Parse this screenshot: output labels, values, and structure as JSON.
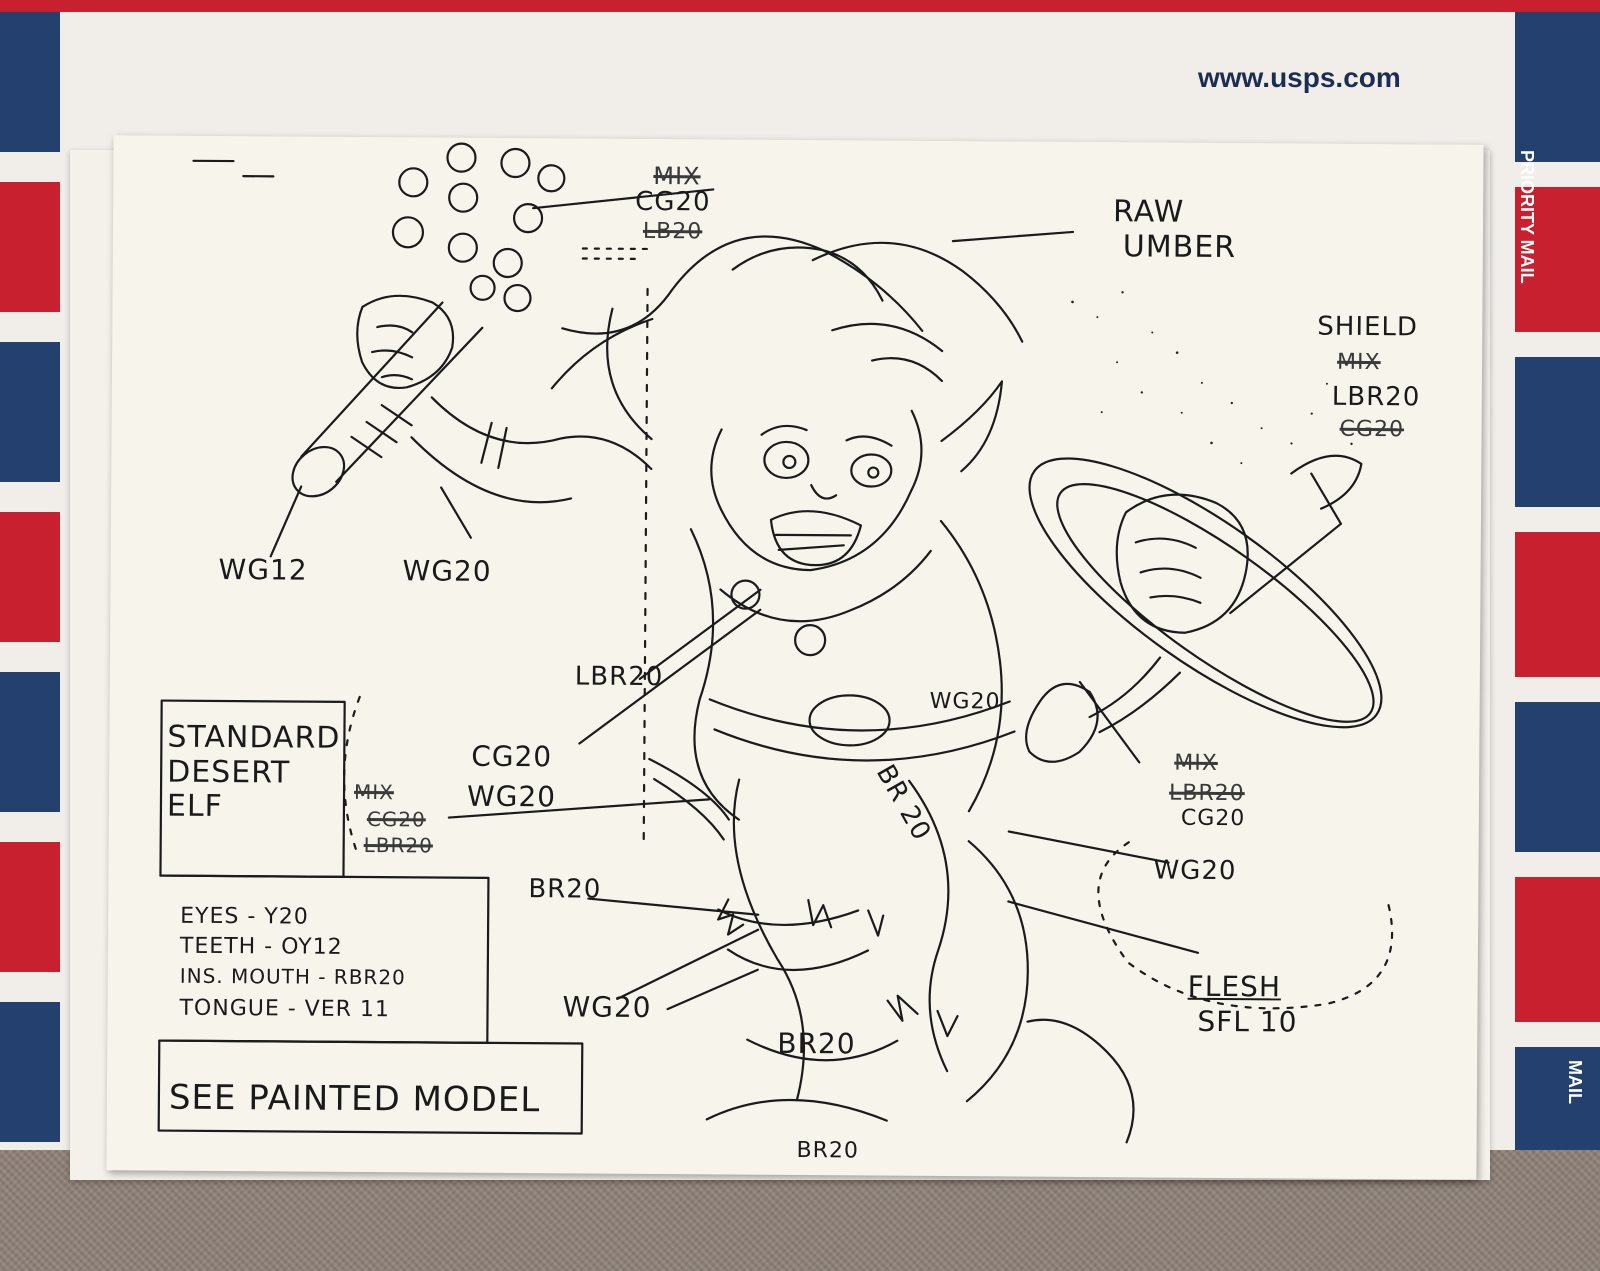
{
  "envelope": {
    "url": "www.usps.com",
    "brand": "PRIORITY MAIL",
    "brand_right": "MAIL"
  },
  "sheet": {
    "title_box": "STANDARD DESERT ELF",
    "title_colors_struck": [
      "MIX",
      "CG20",
      "LBR20"
    ],
    "notes_box": [
      "EYES - Y20",
      "TEETH - OY12",
      "INS. MOUTH - RBR20",
      "TONGUE - VER 11"
    ],
    "footer_box": "SEE PAINTED MODEL",
    "labels": {
      "mace_head_struck_top": "MIX",
      "mace_head": "CG20",
      "mace_head_struck_bottom": "LB20",
      "raw_umber_line1": "RAW",
      "raw_umber_line2": "UMBER",
      "shield_title": "SHIELD",
      "shield_struck_top": "MIX",
      "shield_color": "LBR20",
      "shield_struck_bottom": "CG20",
      "handle": "WG12",
      "arm": "WG20",
      "chest": "LBR20",
      "belt": "WG20",
      "cg20": "CG20",
      "wg20_mid": "WG20",
      "br20_side": "BR 20",
      "sword_struck_top": "MIX",
      "sword_struck_mid": "LBR20",
      "sword_color": "CG20",
      "right_wg20": "WG20",
      "brz0": "BR20",
      "wg20_low": "WG20",
      "flesh": "FLESH",
      "flesh_code": "SFL 10",
      "fur": "BR20",
      "boot": "BR20"
    }
  },
  "colors": {
    "usps_blue": "#23406e",
    "usps_red": "#c8202e",
    "paper": "#f7f4ec",
    "ink": "#1a1a1a"
  }
}
